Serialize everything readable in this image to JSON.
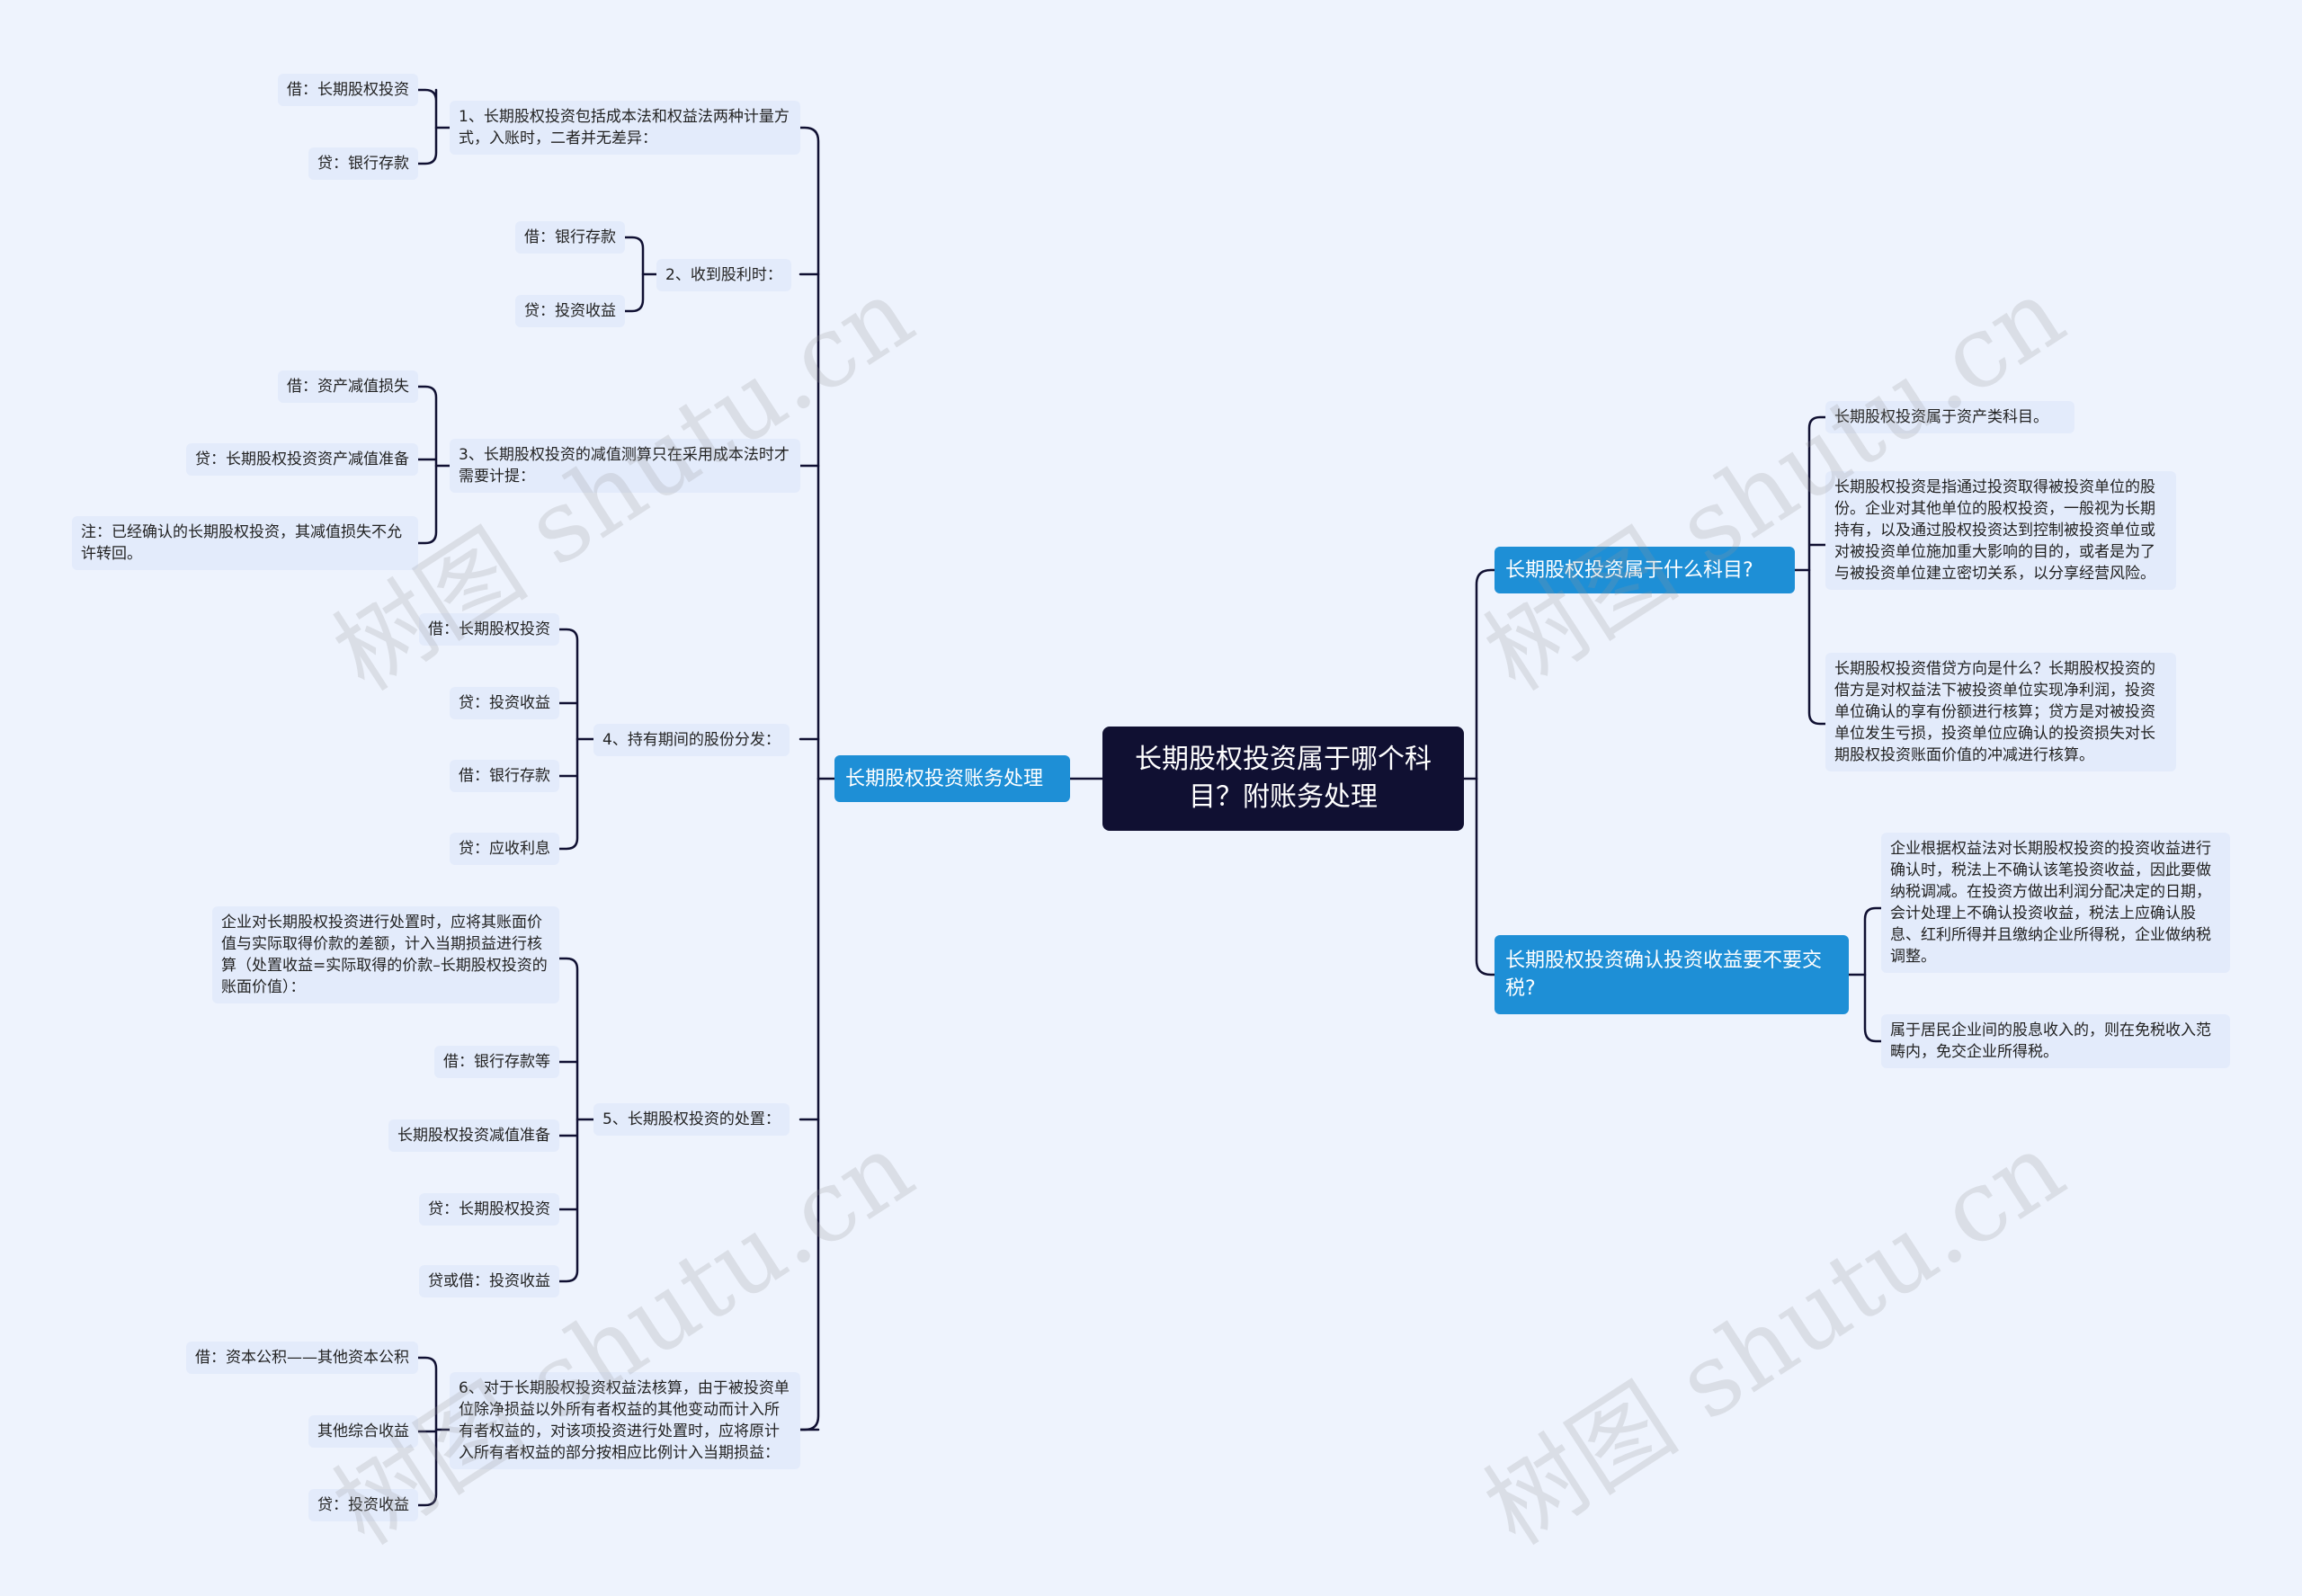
{
  "root": {
    "label": "长期股权投资属于哪个科目？附账务处理"
  },
  "left": {
    "label": "长期股权投资账务处理",
    "items": [
      {
        "label": "1、长期股权投资包括成本法和权益法两种计量方式，入账时，二者并无差异：",
        "children": [
          "借：长期股权投资",
          "贷：银行存款"
        ]
      },
      {
        "label": "2、收到股利时：",
        "children": [
          "借：银行存款",
          "贷：投资收益"
        ]
      },
      {
        "label": "3、长期股权投资的减值测算只在采用成本法时才需要计提：",
        "children": [
          "借：资产减值损失",
          "贷：长期股权投资资产减值准备",
          "注：已经确认的长期股权投资，其减值损失不允许转回。"
        ]
      },
      {
        "label": "4、持有期间的股份分发：",
        "children": [
          "借：长期股权投资",
          "贷：投资收益",
          "借：银行存款",
          "贷：应收利息"
        ]
      },
      {
        "label": "5、长期股权投资的处置：",
        "children": [
          "企业对长期股权投资进行处置时，应将其账面价值与实际取得价款的差额，计入当期损益进行核算（处置收益=实际取得的价款–长期股权投资的账面价值）：",
          "借：银行存款等",
          "长期股权投资减值准备",
          "贷：长期股权投资",
          "贷或借：投资收益"
        ]
      },
      {
        "label": "6、对于长期股权投资权益法核算，由于被投资单位除净损益以外所有者权益的其他变动而计入所有者权益的，对该项投资进行处置时，应将原计入所有者权益的部分按相应比例计入当期损益：",
        "children": [
          "借：资本公积——其他资本公积",
          "其他综合收益",
          "贷：投资收益"
        ]
      }
    ]
  },
  "right": [
    {
      "label": "长期股权投资属于什么科目?",
      "children": [
        "长期股权投资属于资产类科目。",
        "长期股权投资是指通过投资取得被投资单位的股份。企业对其他单位的股权投资，一般视为长期持有，以及通过股权投资达到控制被投资单位或对被投资单位施加重大影响的目的，或者是为了与被投资单位建立密切关系，以分享经营风险。",
        "长期股权投资借贷方向是什么？长期股权投资的借方是对权益法下被投资单位实现净利润，投资单位确认的享有份额进行核算；贷方是对被投资单位发生亏损，投资单位应确认的投资损失对长期股权投资账面价值的冲减进行核算。"
      ]
    },
    {
      "label": "长期股权投资确认投资收益要不要交税?",
      "children": [
        "企业根据权益法对长期股权投资的投资收益进行确认时，税法上不确认该笔投资收益，因此要做纳税调减。在投资方做出利润分配决定的日期，会计处理上不确认投资收益，税法上应确认股息、红利所得并且缴纳企业所得税，企业做纳税调整。",
        "属于居民企业间的股息收入的，则在免税收入范畴内，免交企业所得税。"
      ]
    }
  ],
  "watermark": "树图 shutu.cn",
  "colors": {
    "root": "#101032",
    "branch": "#1e8fd6",
    "line": "#101032",
    "leaf_bg": "#e3ebfb",
    "background": "#eef3fd"
  }
}
